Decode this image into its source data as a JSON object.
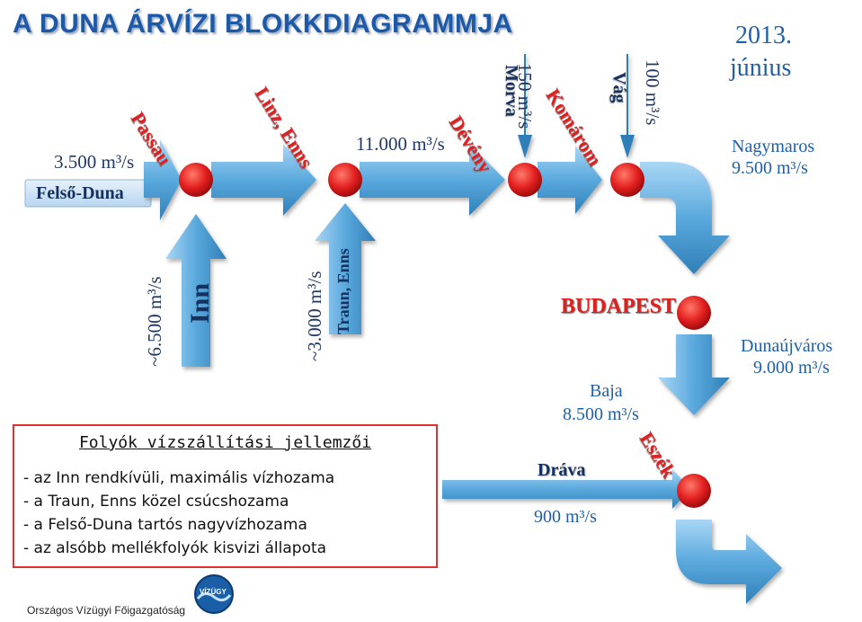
{
  "title": "A DUNA ÁRVÍZI BLOKKDIAGRAMMJA",
  "date": {
    "line1": "2013.",
    "line2": "június"
  },
  "flows": {
    "felso_duna_flow": "3.500 m³/s",
    "felso_duna_label": "Felső-Duna",
    "after_linz": "11.000 m³/s",
    "morva": "150 m³/s",
    "vag": "100 m³/s",
    "nagymaros_name": "Nagymaros",
    "nagymaros_flow": "9.500 m³/s",
    "inn_flow": "~6.500 m³/s",
    "traun_flow": "~3.000 m³/s",
    "dunaujvaros_name": "Dunaújváros",
    "dunaujvaros_flow": "9.000 m³/s",
    "baja_name": "Baja",
    "baja_flow": "8.500 m³/s",
    "drava_flow": "900 m³/s"
  },
  "places": {
    "passau": "Passau",
    "linz": "Linz, Enns",
    "deveny": "Dévény",
    "morva": "Morva",
    "komarom": "Komárom",
    "vag": "Vág",
    "budapest": "BUDAPEST",
    "eszek": "Eszék",
    "drava": "Dráva",
    "inn": "Inn",
    "traun": "Traun, Enns"
  },
  "box": {
    "heading": "Folyók vízszállítási jellemzői",
    "lines": [
      "- az Inn rendkívüli, maximális vízhozama",
      "- a Traun, Enns közel csúcshozama",
      "- a Felső-Duna tartós nagyvízhozama",
      "- az alsóbb mellékfolyók kisvizi állapota"
    ]
  },
  "footer": {
    "org": "Országos Vízügyi Főigazgatóság",
    "logo_text": "VÍZÜGY"
  },
  "colors": {
    "arrow": "#5aa9dd",
    "arrow_dark": "#2f7fb8",
    "node": "#e32020",
    "title": "#1c5aa8"
  }
}
